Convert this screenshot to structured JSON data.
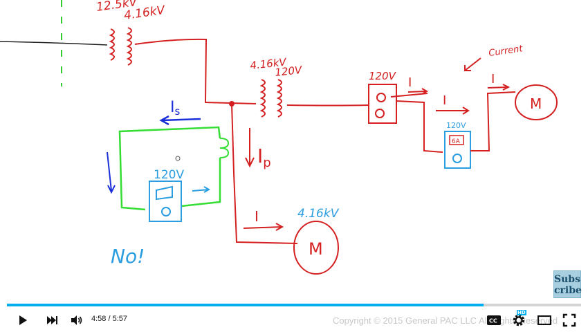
{
  "diagram": {
    "labels": {
      "primary_kv": "12.5kV",
      "secondary_kv": "4.16kV",
      "xfmr2_primary": "4.16kV",
      "xfmr2_secondary": "120V",
      "meter_voltage": "120V",
      "meter2_voltage": "120V",
      "relay_voltage": "120V",
      "relay_tag": "6A",
      "motor_right": "M",
      "motor_bottom": "M",
      "motor_bottom_kv": "4.16kV",
      "current_note": "Current",
      "i_top1": "I",
      "i_top2": "I",
      "i_top3": "I",
      "i_bottom": "I",
      "is": "Is",
      "ip": "Ip",
      "no_text": "No!"
    },
    "colors": {
      "power_line": "#d42020",
      "ct_secondary": "#33dd33",
      "relay": "#2a9ee0",
      "annotation": "#1a2fd8",
      "feed_line": "#222222",
      "dashed": "#33cc33"
    }
  },
  "player": {
    "subscribe_label_1": "Subs",
    "subscribe_label_2": "cribe",
    "time": "4:58 / 5:57",
    "progress_fraction": 0.83,
    "copyright": "Copyright © 2015 General PAC LLC All Rights Reserved",
    "hd_badge": "HD",
    "cc_label": "CC",
    "icons": {
      "play": "play-icon",
      "next": "next-icon",
      "volume": "volume-icon",
      "cc": "cc-icon",
      "settings": "gear-icon",
      "theater": "theater-icon",
      "fullscreen": "fullscreen-icon"
    }
  }
}
